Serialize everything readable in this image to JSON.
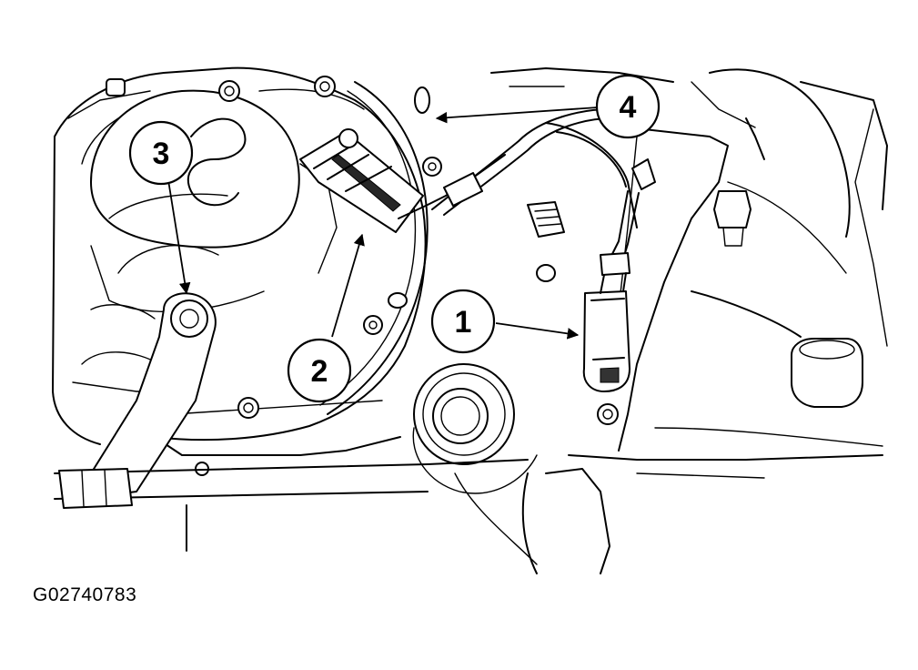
{
  "figure_code": "G02740783",
  "callouts": [
    {
      "label": "1"
    },
    {
      "label": "2"
    },
    {
      "label": "3"
    },
    {
      "label": "4"
    }
  ]
}
